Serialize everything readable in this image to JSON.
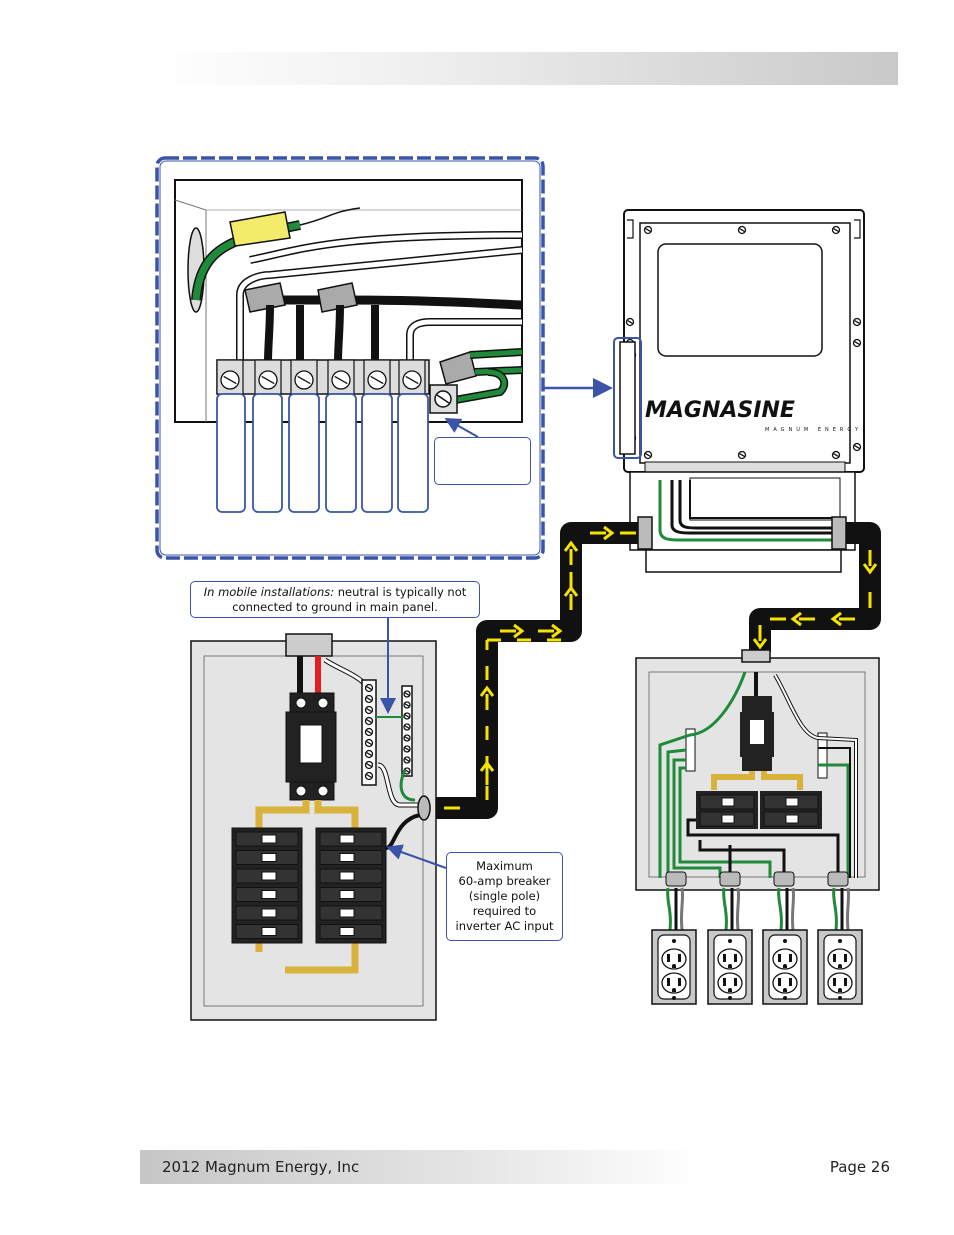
{
  "header": {
    "title": ""
  },
  "diagram": {
    "inverter_logo": {
      "brand": "MAGNASINE",
      "sub_brand": "MAGNUM ENERGY"
    },
    "callouts": {
      "mobile_italic": "In mobile installations:",
      "mobile_rest_line1": " neutral is typically not",
      "mobile_rest_line2": "connected to ground in main panel.",
      "breaker_line1": "Maximum",
      "breaker_line2": "60-amp breaker",
      "breaker_line3": "(single pole)",
      "breaker_line4": "required to",
      "breaker_line5": "inverter AC input",
      "blank_box": ""
    },
    "colors": {
      "border_blue": "#3a55a8",
      "ground_green": "#1f8a3a",
      "hot_black": "#111111",
      "hot_red": "#e02020",
      "bus_gold": "#d8b23a",
      "arrow_yellow": "#f5e400",
      "panel_gray": "#e4e4e4"
    },
    "outlets_count": 4
  },
  "footer": {
    "copyright": "2012 Magnum Energy, Inc",
    "page": "Page 26"
  }
}
